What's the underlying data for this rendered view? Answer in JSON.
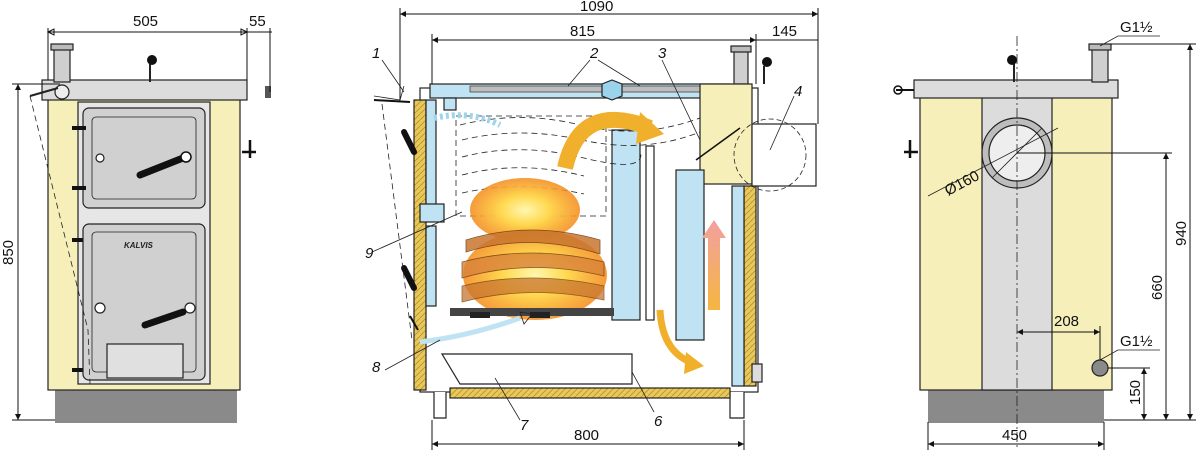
{
  "brand_logo": "KALVIS",
  "dimensions": {
    "front_width": "505",
    "front_top_offset": "55",
    "front_height": "850",
    "section_total_width": "1090",
    "section_body_width": "815",
    "section_flue_offset": "145",
    "section_base_width": "800",
    "back_flue_diameter": "Ø160",
    "back_total_height": "940",
    "back_flue_height": "660",
    "back_flue_offset": "208",
    "back_outlet_height": "150",
    "back_width": "450",
    "pipe_top": "G1½",
    "pipe_bottom": "G1½"
  },
  "callouts": [
    "1",
    "2",
    "3",
    "4",
    "6",
    "7",
    "8",
    "9"
  ],
  "colors": {
    "cream": "#f7efb9",
    "grey_panel": "#dcdcdc",
    "door_grey": "#d0d0d0",
    "base_dark": "#8a8a8a",
    "insulation": "#e3c04a",
    "water_jacket": "#bfe3f2",
    "fire_orange": "#f4a12a",
    "fire_yellow": "#ffe27a",
    "wood_brown": "#c9762f",
    "flow_arrow": "#f0b02c"
  }
}
